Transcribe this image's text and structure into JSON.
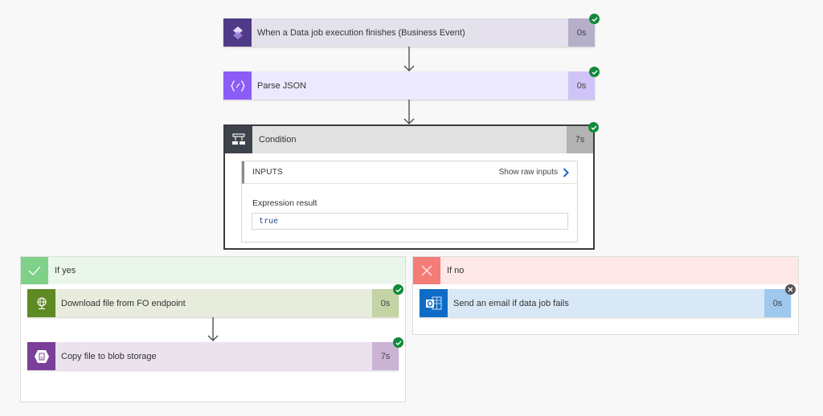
{
  "flow": {
    "trigger": {
      "title": "When a Data job execution finishes (Business Event)",
      "duration": "0s",
      "status": "succeeded",
      "icon": "business-event-icon",
      "colors": {
        "icon_bg": "#4f3a87",
        "body_bg": "#e4e1ec",
        "duration_bg": "#b6afca"
      }
    },
    "parse_json": {
      "title": "Parse JSON",
      "duration": "0s",
      "status": "succeeded",
      "icon": "curly-braces-icon",
      "colors": {
        "icon_bg": "#8b5cf6",
        "body_bg": "#ece8fd",
        "duration_bg": "#cfc3f7"
      }
    },
    "condition": {
      "title": "Condition",
      "duration": "7s",
      "status": "succeeded",
      "icon": "condition-icon",
      "inputs_label": "INPUTS",
      "show_raw_inputs": "Show raw inputs",
      "expression_label": "Expression result",
      "expression_value": "true"
    },
    "if_yes": {
      "label": "If yes",
      "actions": [
        {
          "title": "Download file from FO endpoint",
          "duration": "0s",
          "status": "succeeded",
          "icon": "globe-icon",
          "colors": {
            "icon_bg": "#5e8a23",
            "body_bg": "#e7ecdc",
            "duration_bg": "#c4d4a5"
          }
        },
        {
          "title": "Copy file to blob storage",
          "duration": "7s",
          "status": "succeeded",
          "icon": "blob-storage-icon",
          "colors": {
            "icon_bg": "#7a3f98",
            "body_bg": "#ebe2ee",
            "duration_bg": "#cbb3d5"
          }
        }
      ]
    },
    "if_no": {
      "label": "If no",
      "actions": [
        {
          "title": "Send an email if data job fails",
          "duration": "0s",
          "status": "skipped",
          "icon": "outlook-icon",
          "colors": {
            "icon_bg": "#0f6cc6",
            "body_bg": "#d9e8f6",
            "duration_bg": "#9ec8ee"
          }
        }
      ]
    }
  }
}
